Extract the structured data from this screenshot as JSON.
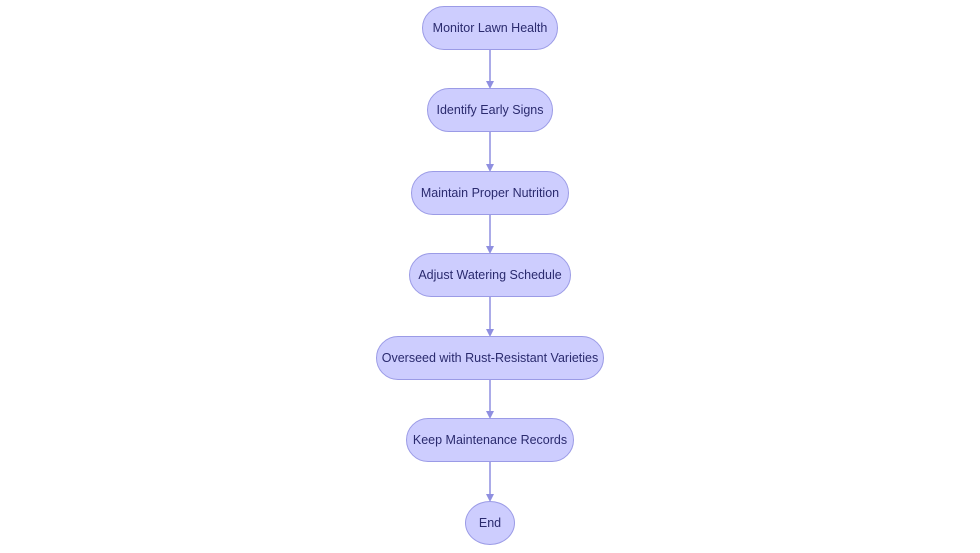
{
  "flowchart": {
    "nodes": [
      {
        "id": "monitor",
        "label": "Monitor Lawn Health"
      },
      {
        "id": "identify",
        "label": "Identify Early Signs"
      },
      {
        "id": "nutrition",
        "label": "Maintain Proper Nutrition"
      },
      {
        "id": "watering",
        "label": "Adjust Watering Schedule"
      },
      {
        "id": "overseed",
        "label": "Overseed with Rust-Resistant Varieties"
      },
      {
        "id": "records",
        "label": "Keep Maintenance Records"
      },
      {
        "id": "end",
        "label": "End"
      }
    ],
    "edges": [
      {
        "from": "monitor",
        "to": "identify"
      },
      {
        "from": "identify",
        "to": "nutrition"
      },
      {
        "from": "nutrition",
        "to": "watering"
      },
      {
        "from": "watering",
        "to": "overseed"
      },
      {
        "from": "overseed",
        "to": "records"
      },
      {
        "from": "records",
        "to": "end"
      }
    ],
    "colors": {
      "node_fill": "#cdcdfe",
      "node_border": "#9b9be6",
      "edge": "#8f8fe0",
      "text": "#2a2a6e"
    }
  }
}
